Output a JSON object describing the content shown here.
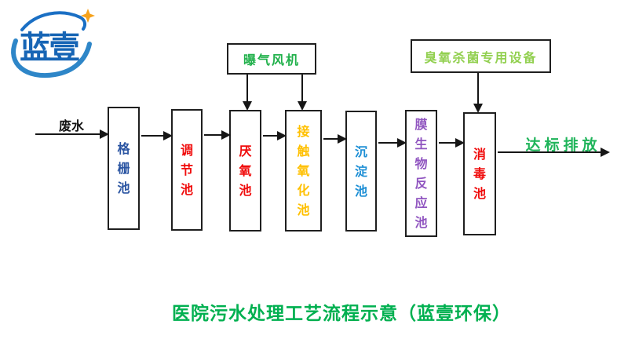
{
  "logo": {
    "text": "蓝壹"
  },
  "flow": {
    "feed_label": "废水",
    "output_label": "达标排放",
    "output_color": "#1fb45a",
    "feed_color": "#111111",
    "stages": [
      {
        "label": "格栅池",
        "color": "#2b55a2"
      },
      {
        "label": "调节池",
        "color": "#f00c0c"
      },
      {
        "label": "厌氧池",
        "color": "#f00c0c"
      },
      {
        "label": "接触氧化池",
        "color": "#ffc000"
      },
      {
        "label": "沉淀池",
        "color": "#1e8fd5"
      },
      {
        "label": "膜生物反应池",
        "color": "#9055c0"
      },
      {
        "label": "消毒池",
        "color": "#f00c0c"
      }
    ],
    "aux_equipment": [
      {
        "label": "曝气风机",
        "color": "#22b14c"
      },
      {
        "label": "臭氧杀菌专用设备",
        "color": "#92d050"
      }
    ]
  },
  "title": {
    "text": "医院污水处理工艺流程示意（蓝壹环保）",
    "color": "#00b050"
  }
}
